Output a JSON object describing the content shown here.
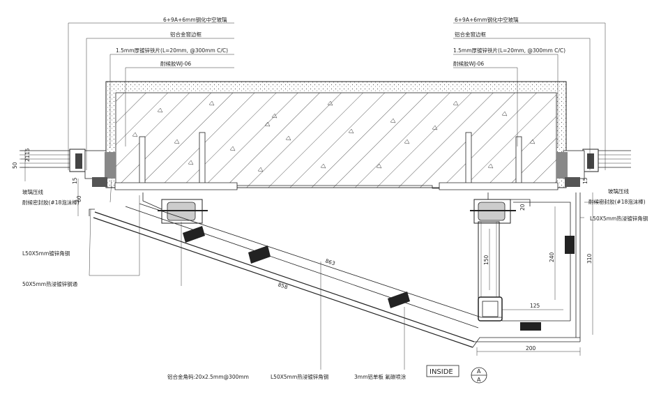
{
  "labels": {
    "glass_left": "6+9A+6mm钢化中空玻璃",
    "glass_right": "6+9A+6mm钢化中空玻璃",
    "frame_left": "铝合金窗边框",
    "frame_right": "铝合金窗边框",
    "steel_left": "1.5mm厚镀锌铁片(L=20mm, @300mm C/C)",
    "steel_right": "1.5mm厚镀锌铁片(L=20mm, @300mm C/C)",
    "sealant_left": "耐候胶WJ-06",
    "sealant_right": "耐候胶WJ-06",
    "foam_left": "玻璃压线",
    "foam_left_2": "耐候密封胶(#18泡沫棒)",
    "foam_right": "玻璃压线",
    "foam_right_2": "耐候密封胶(#18泡沫棒)",
    "angle_left": "L50X5mm镀锌角钢",
    "tube_left": "50X5mm热浸镀锌钢通",
    "angle_right": "L50X5mm热浸镀锌角钢",
    "bottom_1": "铝合金角码:20x2.5mm@300mm",
    "bottom_2": "L50X5mm热浸镀锌角钢",
    "bottom_3": "3mm铝单板 氟碳喷涂",
    "inside": "INSIDE",
    "section_top": "A",
    "section_bottom": "A"
  },
  "dimensions": {
    "left_50": "50",
    "left_21": "21",
    "left_15": "15",
    "left_15b": "15",
    "left_60": "60",
    "right_15": "15",
    "right_20": "20",
    "d_150": "150",
    "d_240": "240",
    "d_310": "310",
    "d_125": "125",
    "d_200": "200",
    "d_863": "863",
    "d_858": "858"
  }
}
